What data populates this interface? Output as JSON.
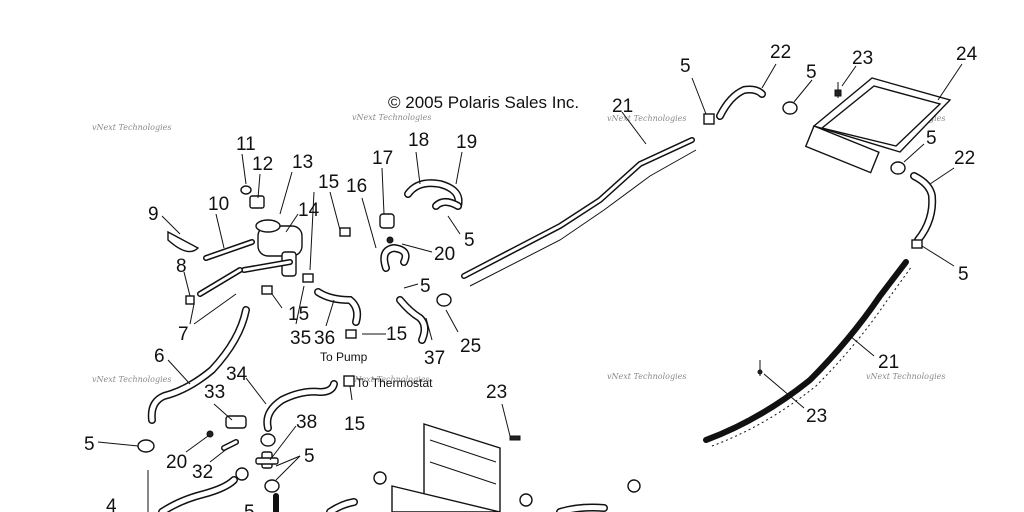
{
  "copyright": "© 2005 Polaris Sales Inc.",
  "watermark": "vNext Technologies",
  "notes": {
    "to_pump": "To Pump",
    "to_thermostat": "To Thermostat"
  },
  "callouts": {
    "c4": "4",
    "c5a": "5",
    "c5b": "5",
    "c5c": "5",
    "c5d": "5",
    "c5e": "5",
    "c5f": "5",
    "c5g": "5",
    "c5h": "5",
    "c6": "6",
    "c7": "7",
    "c8": "8",
    "c9": "9",
    "c10": "10",
    "c11": "11",
    "c12": "12",
    "c13": "13",
    "c14": "14",
    "c15a": "15",
    "c15b": "15",
    "c15c": "15",
    "c15d": "15",
    "c16": "16",
    "c17": "17",
    "c18": "18",
    "c19": "19",
    "c20a": "20",
    "c20b": "20",
    "c21a": "21",
    "c21b": "21",
    "c22a": "22",
    "c22b": "22",
    "c23a": "23",
    "c23b": "23",
    "c23c": "23",
    "c24": "24",
    "c25": "25",
    "c32": "32",
    "c33": "33",
    "c34": "34",
    "c35": "35",
    "c36": "36",
    "c37": "37",
    "c38": "38"
  }
}
